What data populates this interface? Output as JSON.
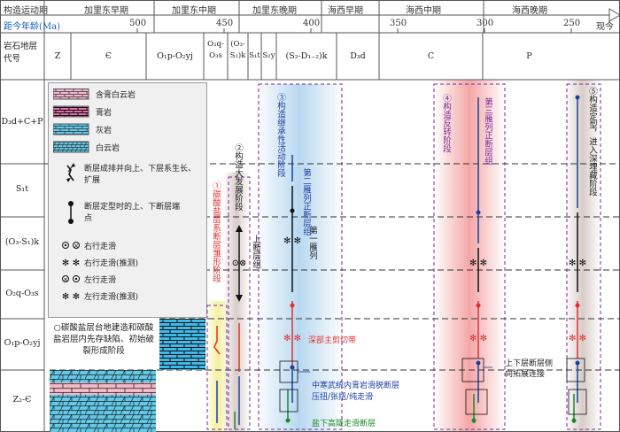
{
  "header": {
    "row1_label": "构造运动期",
    "periods": [
      "加里东早期",
      "加里东中期",
      "加里东晚期",
      "海西早期",
      "海西中期",
      "海西晚期"
    ],
    "age_label": "距今年龄(Ma)",
    "ticks": [
      "500",
      "450",
      "400",
      "350",
      "300",
      "250"
    ],
    "present_label": "现今"
  },
  "strata_header": {
    "label": "岩石地层代号",
    "columns": [
      "Z",
      "Є",
      "O₁p-O₂yj",
      "O₂q-O₃s",
      "(O₃-S₁)k",
      "S₁t",
      "S₂y",
      "(S₂-D₁₋₂)k",
      "D₃d",
      "C",
      "P"
    ]
  },
  "row_labels": [
    "D₃d+C+P",
    "S₁t",
    "(O₃-S₁)k",
    "O₂q-O₃s",
    "O₁p-O₂yj",
    "Z₂-Є"
  ],
  "legend": {
    "items": [
      "含膏白云岩",
      "膏岩",
      "灰岩",
      "白云岩",
      "断层成排并向上、下层系生长、扩展",
      "断层定型时的上、下断层端点",
      "右行走滑",
      "右行走滑(推测)",
      "左行走滑",
      "左行走滑(推测)"
    ]
  },
  "stages": {
    "s0": "○碳酸盐层台地建造和碳酸盐岩层内先存缺陷、初始破裂形成阶段",
    "s1": "①碳酸盐层系断层雏形阶段",
    "s2": "②构造大发展阶段",
    "s3": "③构造继承性活动阶段",
    "s4": "④构造反转阶段",
    "s5": "⑤构造定型，进入深埋藏阶段"
  },
  "annotations": {
    "first_row": "第一雁列",
    "shang_duan": "上断层组",
    "second_row": "第二雁列正断层组",
    "third_row": "第三雁列正断层组",
    "deep_zone": "深部主剪切带",
    "cambrian_fault": "中寒武统内膏岩滑脱断层",
    "cambrian_motion": "压扭/张扭/纯走滑",
    "salt_fault": "盐下高陡走滑断层",
    "lateral_link": "上下层断层侧向拓展连接"
  },
  "colors": {
    "red": "#e03030",
    "blue": "#1a3fa0",
    "purple": "#7a2a9a",
    "green": "#1a8a2a",
    "pink_band": "#f4a6a6",
    "blue_band": "#b8d8f0",
    "yellow_band": "#f5f0a0",
    "grey_band": "#d8ccc8"
  }
}
